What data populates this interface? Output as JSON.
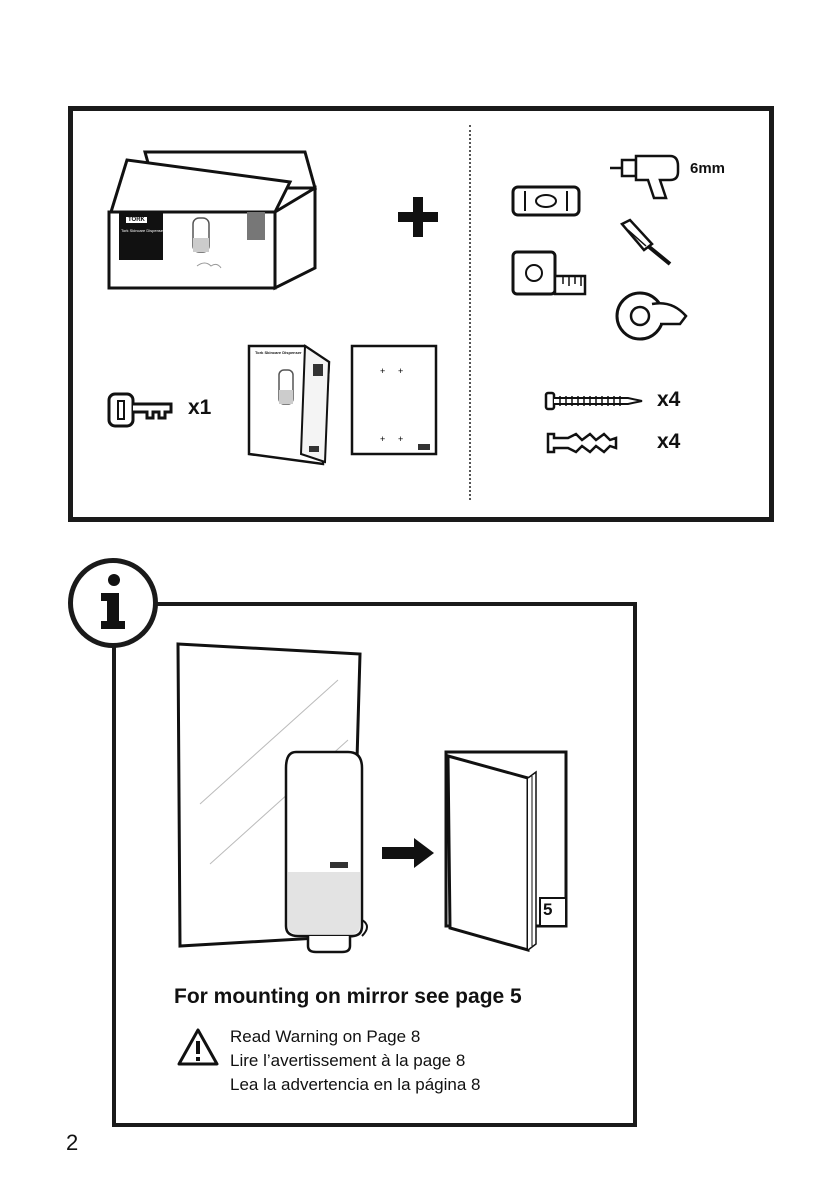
{
  "contents": {
    "box_brand": "TORK",
    "box_product": "Tork Skincare Dispenser",
    "manual_title": "Tork Skincare Dispenser",
    "plus_icon": "plus-icon",
    "key_qty": "x1",
    "drill_size": "6mm",
    "screw_qty": "x4",
    "plug_qty": "x4"
  },
  "info": {
    "icon": "info-icon",
    "booklet_page": "5",
    "heading": "For mounting on mirror see page 5",
    "warning_icon": "warning-triangle-icon",
    "warnings": [
      "Read Warning on Page 8",
      "Lire l’avertissement à la page 8",
      "Lea la advertencia en la página 8"
    ]
  },
  "page_number": "2"
}
